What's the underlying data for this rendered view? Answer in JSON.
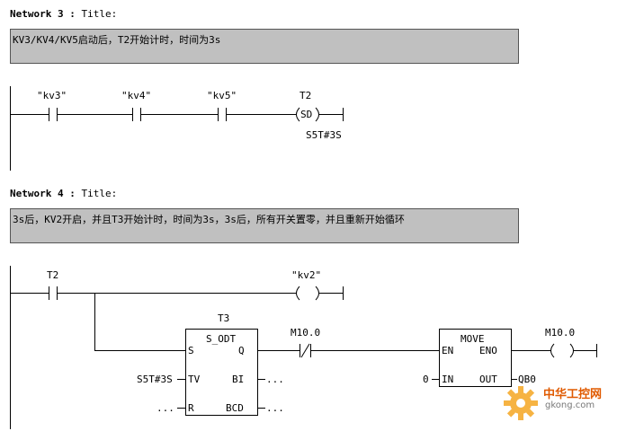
{
  "network3": {
    "label": "Network 3",
    "sep": ":",
    "title": "Title:",
    "comment": "KV3/KV4/KV5启动后，T2开始计时，时间为3s",
    "contacts": [
      "\"kv3\"",
      "\"kv4\"",
      "\"kv5\""
    ],
    "timer_name": "T2",
    "timer_type": "SD",
    "timer_value": "S5T#3S"
  },
  "network4": {
    "label": "Network 4",
    "sep": ":",
    "title": "Title:",
    "comment": "3s后，KV2开启，并且T3开始计时，时间为3s，3s后，所有开关置零，并且重新开始循环",
    "contact_t2": "T2",
    "coil_kv2": "\"kv2\"",
    "coil_symbol": "( )",
    "timer_block": {
      "name": "T3",
      "type": "S_ODT",
      "pins": {
        "s": "S",
        "q": "Q",
        "tv": "TV",
        "bi": "BI",
        "r": "R",
        "bcd": "BCD"
      },
      "tv_value": "S5T#3S",
      "r_value": "...",
      "bi_out": "...",
      "bcd_out": "..."
    },
    "nc_contact": "M10.0",
    "move_block": {
      "type": "MOVE",
      "pins": {
        "en": "EN",
        "eno": "ENO",
        "in": "IN",
        "out": "OUT"
      },
      "in_value": "0",
      "out_value": "QB0"
    },
    "coil_m10": "M10.0"
  },
  "watermark": {
    "name": "中华工控网",
    "url": "gkong.com"
  },
  "colors": {
    "comment_bg": "#c0c0c0",
    "logo_orange": "#e05a00"
  }
}
